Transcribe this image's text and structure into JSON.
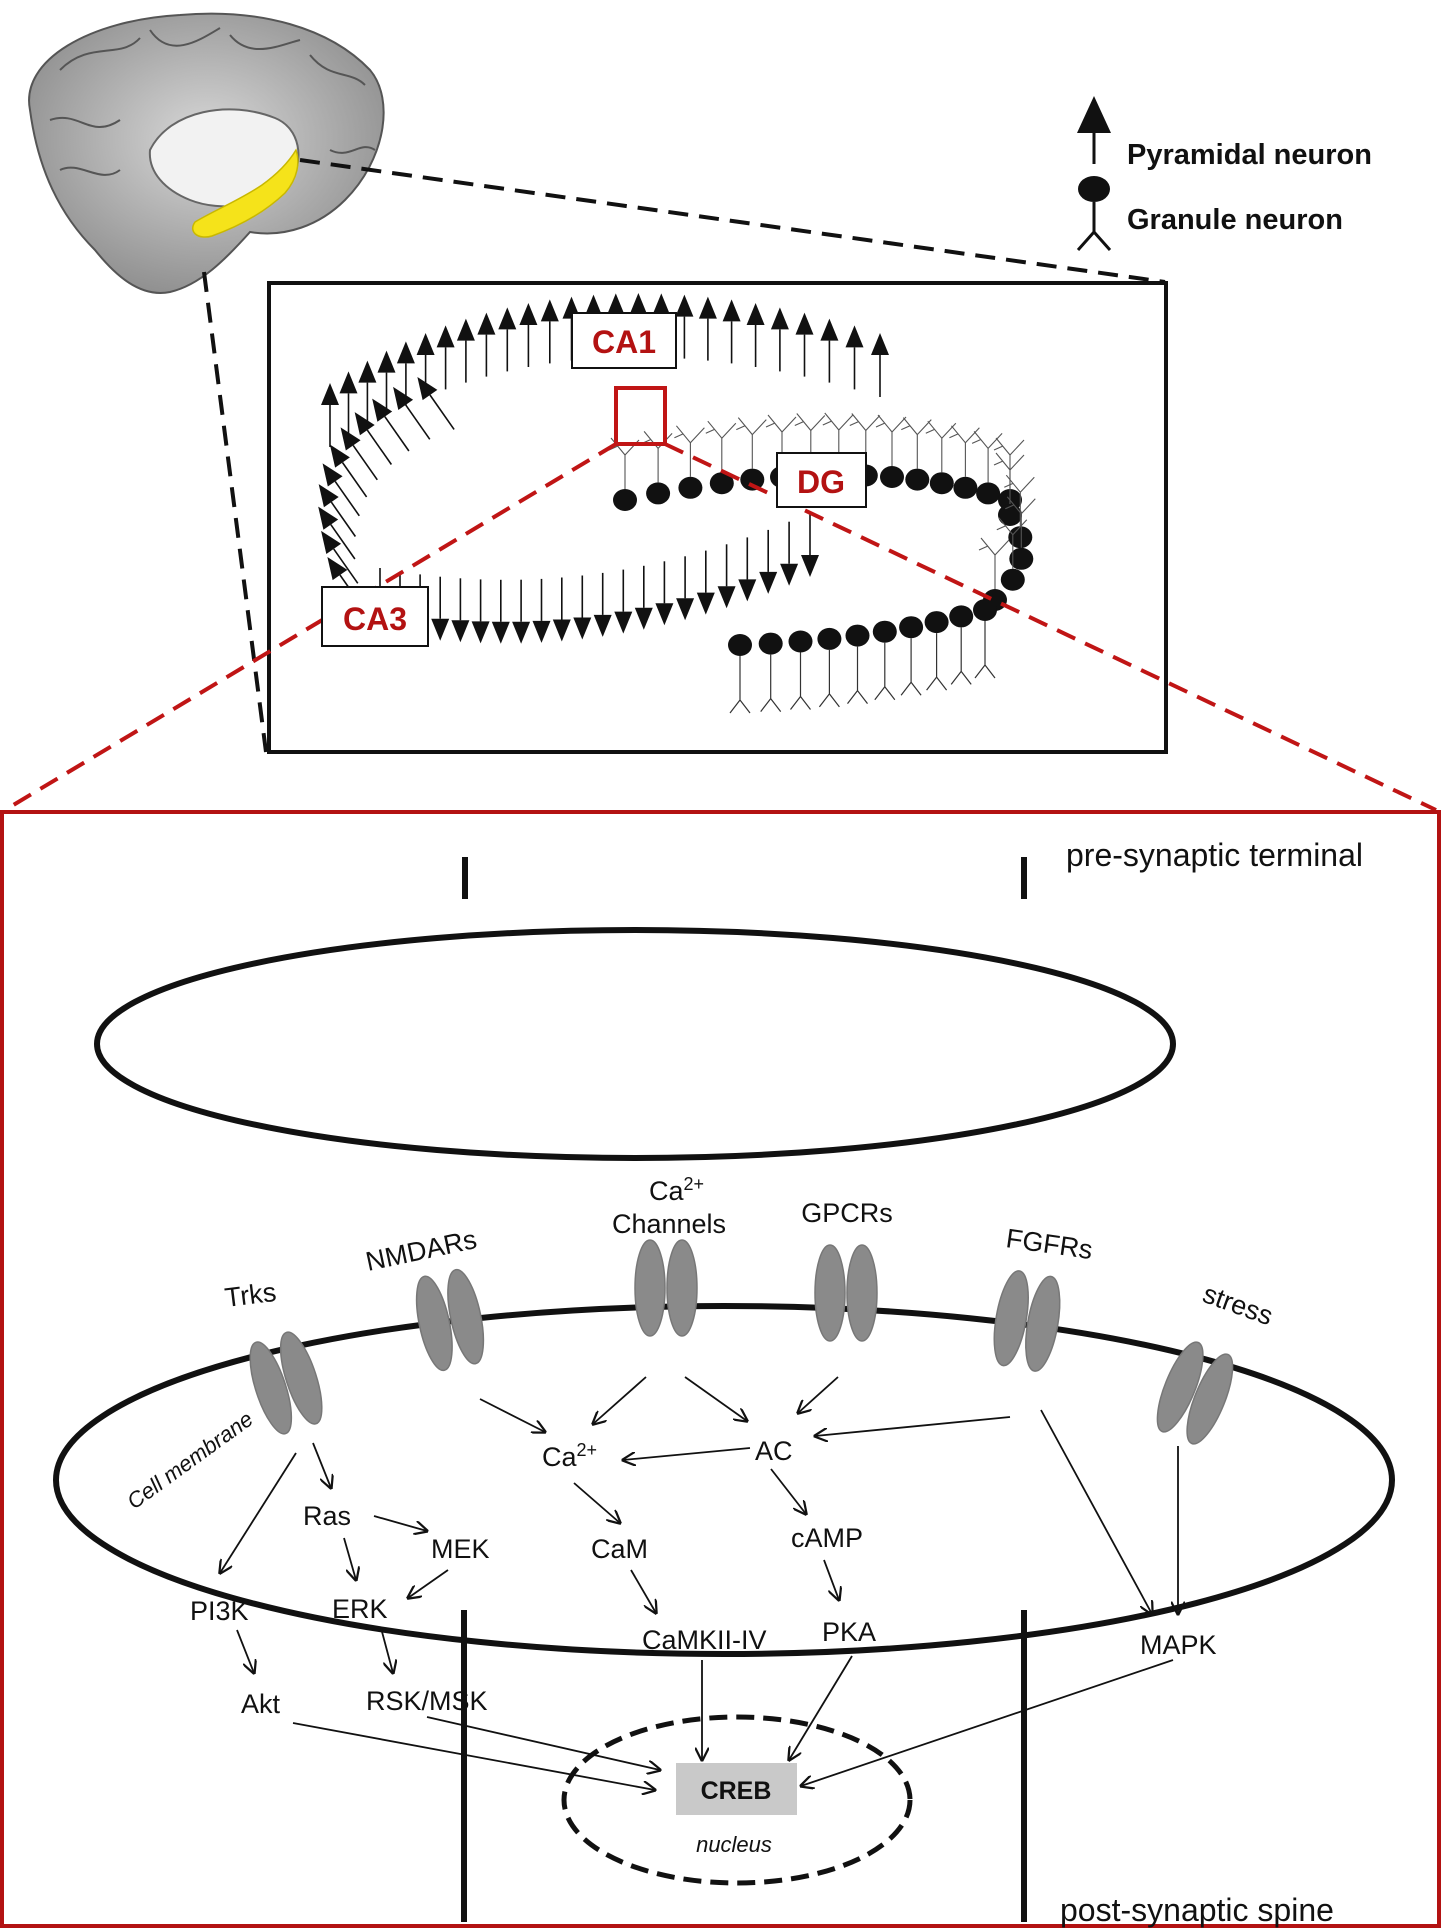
{
  "legend": {
    "pyramidal": "Pyramidal neuron",
    "granule": "Granule neuron"
  },
  "regions": {
    "ca1": "CA1",
    "ca3": "CA3",
    "dg": "DG"
  },
  "synapse": {
    "pre": "pre-synaptic terminal",
    "post": "post-synaptic spine",
    "membrane": "Cell membrane",
    "nucleus": "nucleus",
    "creb": "CREB"
  },
  "receptors": {
    "trks": "Trks",
    "nmdars": "NMDARs",
    "ca_base": "Ca",
    "ca_sup": "2+",
    "channels": "Channels",
    "gpcrs": "GPCRs",
    "fgfrs": "FGFRs",
    "stress": "stress"
  },
  "molecules": {
    "ca_base": "Ca",
    "ca_sup": "2+",
    "ac": "AC",
    "ras": "Ras",
    "mek": "MEK",
    "erk": "ERK",
    "pi3k": "PI3K",
    "akt": "Akt",
    "rskmsk": "RSK/MSK",
    "cam": "CaM",
    "camkii": "CaMKII-IV",
    "camp": "cAMP",
    "pka": "PKA",
    "mapk": "MAPK"
  },
  "colors": {
    "highlight_red": "#b31212",
    "hippocampus_yellow": "#f5e31a",
    "receptor_gray": "#8a8a8a",
    "creb_box": "#c9c9c9"
  }
}
